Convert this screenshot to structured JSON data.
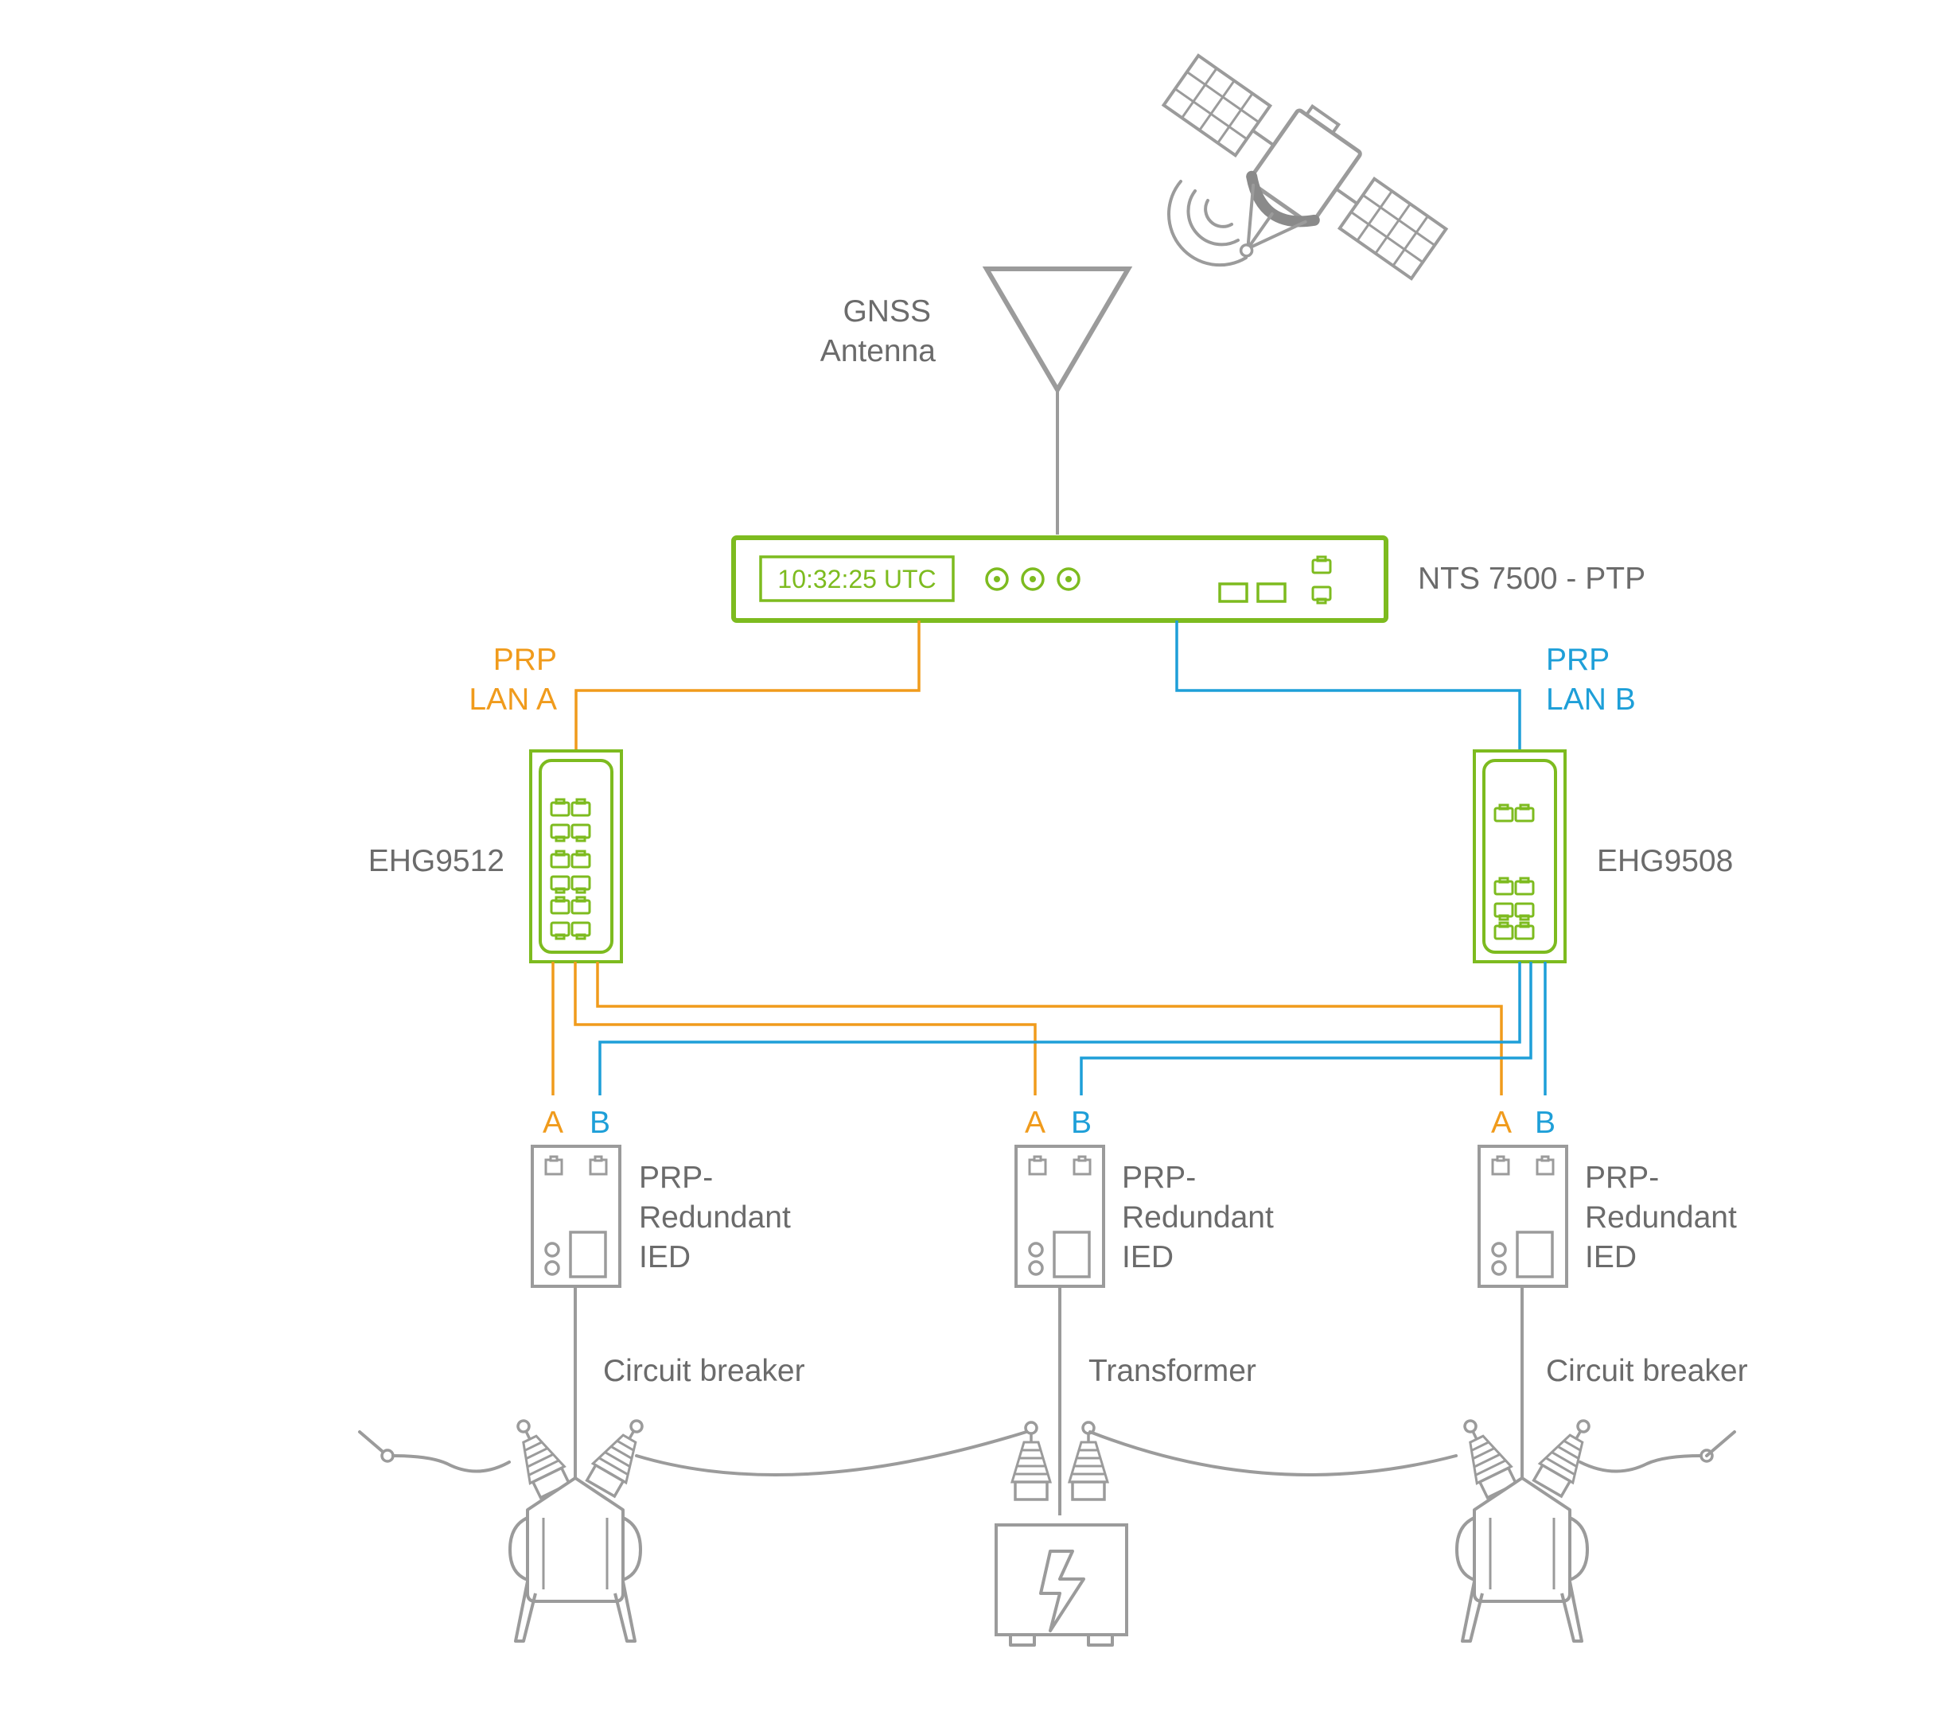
{
  "gnss": {
    "line1": "GNSS",
    "line2": "Antenna",
    "satellite_icon": "satellite-icon",
    "antenna_icon": "antenna-icon"
  },
  "server": {
    "name": "NTS 7500 - PTP",
    "display": "10:32:25 UTC"
  },
  "lan_a": {
    "line1": "PRP",
    "line2": "LAN A",
    "color": "#f09b1c"
  },
  "lan_b": {
    "line1": "PRP",
    "line2": "LAN B",
    "color": "#1e9fd8"
  },
  "switch_left": {
    "name": "EHG9512"
  },
  "switch_right": {
    "name": "EHG9508"
  },
  "accent_color": "#7dbb1f",
  "ieds": [
    {
      "port_a": "A",
      "port_b": "B",
      "line1": "PRP-",
      "line2": "Redundant",
      "line3": "IED",
      "equipment": "Circuit breaker"
    },
    {
      "port_a": "A",
      "port_b": "B",
      "line1": "PRP-",
      "line2": "Redundant",
      "line3": "IED",
      "equipment": "Transformer"
    },
    {
      "port_a": "A",
      "port_b": "B",
      "line1": "PRP-",
      "line2": "Redundant",
      "line3": "IED",
      "equipment": "Circuit breaker"
    }
  ]
}
